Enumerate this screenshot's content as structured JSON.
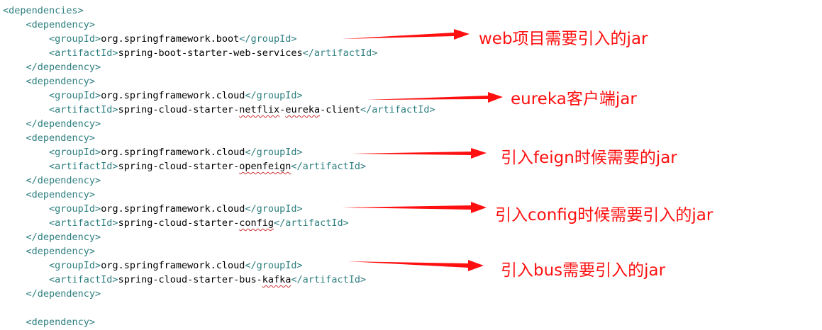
{
  "colors": {
    "tag": "#2f7f80",
    "value": "#000000",
    "annotation": "#ff1010",
    "spellcheck": "#d03030"
  },
  "code": {
    "deps_open": "<dependencies>",
    "dep_open": "<dependency>",
    "dep_close": "</dependency>",
    "group_open": "<groupId>",
    "group_close": "</groupId>",
    "artifact_open": "<artifactId>",
    "artifact_close": "</artifactId>",
    "dependencies": [
      {
        "groupId": "org.springframework.boot",
        "artifactId": "spring-boot-starter-web-services"
      },
      {
        "groupId": "org.springframework.cloud",
        "artifactId": [
          "spring-cloud-starter-",
          "netflix",
          "-",
          "eureka",
          "-client"
        ]
      },
      {
        "groupId": "org.springframework.cloud",
        "artifactId": [
          "spring-cloud-starter-",
          "openfeign",
          "",
          "",
          ""
        ]
      },
      {
        "groupId": "org.springframework.cloud",
        "artifactId": [
          "spring-cloud-starter-",
          "config",
          "",
          "",
          ""
        ]
      },
      {
        "groupId": "org.springframework.cloud",
        "artifactId": [
          "spring-cloud-starter-bus-",
          "kafka",
          "",
          "",
          ""
        ]
      }
    ]
  },
  "annotations": [
    "web项目需要引入的jar",
    "eureka客户端jar",
    "引入feign时候需要的jar",
    "引入config时候需要引入的jar",
    "引入bus需要引入的jar"
  ]
}
